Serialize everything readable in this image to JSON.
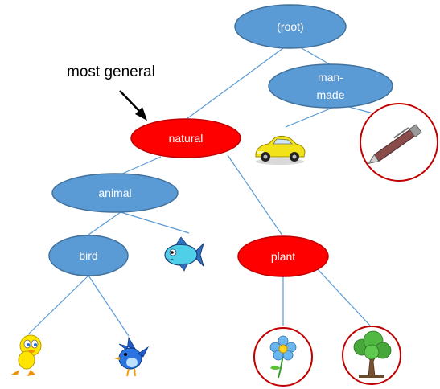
{
  "annotation": {
    "text": "most general"
  },
  "nodes": {
    "root": {
      "label": "(root)"
    },
    "manmade": {
      "line1": "man-",
      "line2": "made"
    },
    "natural": {
      "label": "natural"
    },
    "animal": {
      "label": "animal"
    },
    "bird": {
      "label": "bird"
    },
    "plant": {
      "label": "plant"
    }
  },
  "leaves": {
    "car": {
      "icon": "sports-car-icon"
    },
    "pen": {
      "icon": "pen-icon"
    },
    "fish": {
      "icon": "fish-icon"
    },
    "tweety": {
      "icon": "yellow-bird-icon"
    },
    "bluebird": {
      "icon": "blue-bird-icon"
    },
    "flower": {
      "icon": "flower-icon"
    },
    "tree": {
      "icon": "tree-icon"
    }
  },
  "colors": {
    "blue_node_fill": "#5b9bd5",
    "blue_node_stroke": "#41719c",
    "red_node_fill": "#ff0000",
    "red_node_stroke": "#c00000",
    "edge": "#5b9bd5",
    "leaf_circle_stroke": "#c00000"
  }
}
